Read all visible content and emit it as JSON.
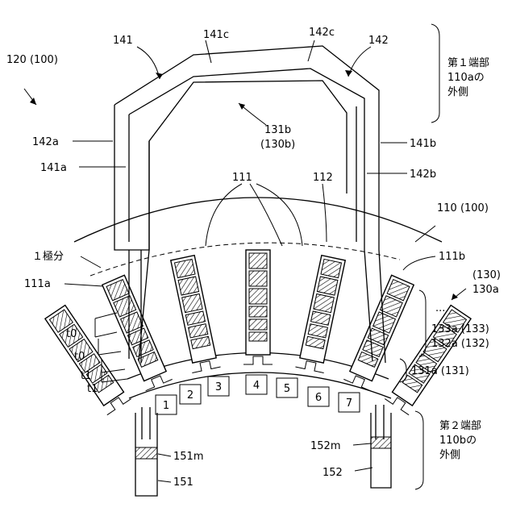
{
  "labels": {
    "l120": "120 (100)",
    "l141": "141",
    "l141c": "141c",
    "l142c": "142c",
    "l142": "142",
    "end1_line1": "第１端部",
    "end1_line2": "110aの",
    "end1_line3": "外側",
    "l142a": "142a",
    "l141a": "141a",
    "l131b_1": "131b",
    "l131b_2": "(130b)",
    "l141b": "141b",
    "l142b": "142b",
    "l111": "111",
    "l112": "112",
    "l110": "110 (100)",
    "pole": "１極分",
    "l111a": "111a",
    "l111b": "111b",
    "l130": "(130)",
    "l130a": "130a",
    "dots": "...",
    "l133a": "133a (133)",
    "l132a": "132a (132)",
    "l131a": "131a (131)",
    "t0a": "t0",
    "t0b": "t0",
    "t1a": "t1",
    "t1b": "t1",
    "end2_line1": "第２端部",
    "end2_line2": "110bの",
    "end2_line3": "外側",
    "l151m": "151m",
    "l151": "151",
    "l152m": "152m",
    "l152": "152"
  },
  "slot_numbers": [
    "1",
    "2",
    "3",
    "4",
    "5",
    "6",
    "7"
  ]
}
